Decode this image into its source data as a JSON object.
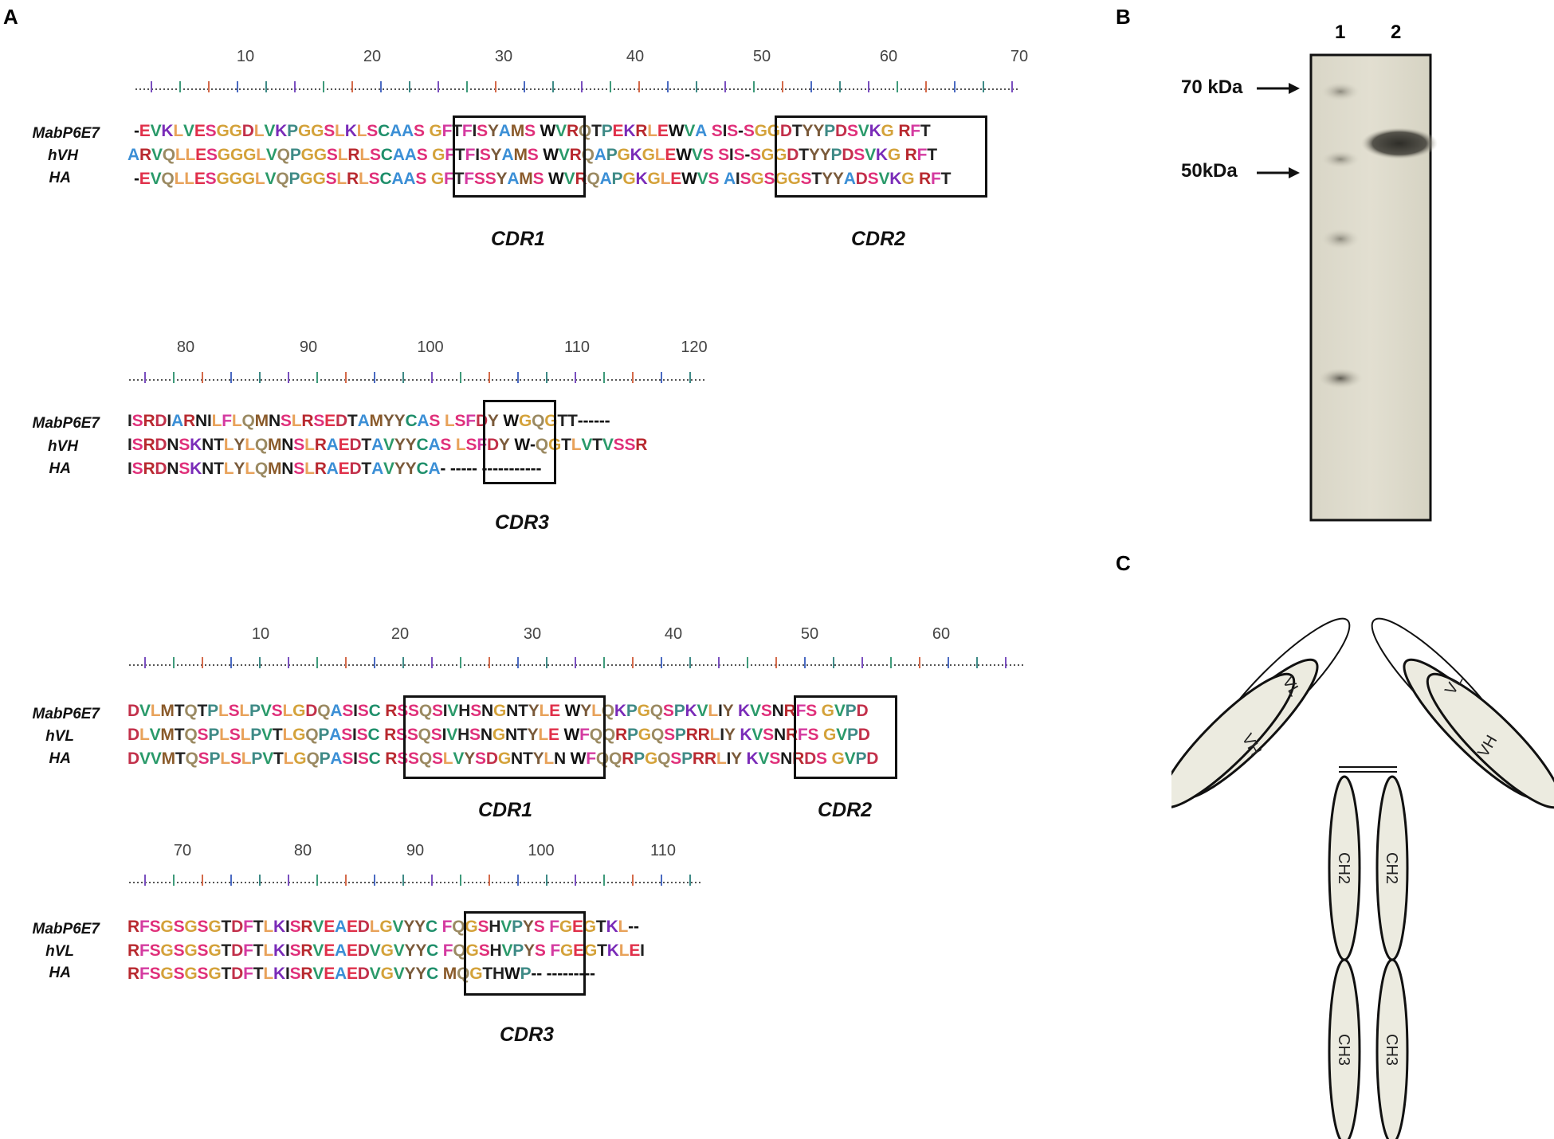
{
  "panels": {
    "a": "A",
    "b": "B",
    "c": "C"
  },
  "vh": {
    "ruler_top": [
      "10",
      "20",
      "30",
      "40",
      "50",
      "60",
      "70"
    ],
    "ruler_bottom": [
      "80",
      "90",
      "100",
      "110",
      "120"
    ],
    "names": [
      "MabP6E7",
      "hVH",
      "HA"
    ],
    "top_rows": [
      "-EVKLVESGGDLVKPGGSLKLSCAAS GFTFISYAMS WVRQTPEKRLEWVA SIS-SGGDTYYPDSVKG RFT",
      "ARVQLLESGGGLVQPGGSLRLSCAAS GFTFISYAMS WVRQAPGKGLEWVS SIS-SGGDTYYPDSVKG RFT",
      "-EVQLLESGGGLVQPGGSLRLSCAAS GFTFSSYAMS WVRQAPGKGLEWVS AISGSGGSTYYADSVKG RFT"
    ],
    "bottom_rows": [
      "ISRDIARNILFLQMNSLRSEDTAMYYCAS LSFDY WGQGTT------",
      "ISRDNSKNTLYLQMNSLRAEDTAVYYCAS LSFDY W-QGTLVTVSSR",
      "ISRDNSKNTLYLQMNSLRAEDTAVYYCA- ----- -----------"
    ],
    "cdr1": "CDR1",
    "cdr2": "CDR2",
    "cdr3": "CDR3"
  },
  "vl": {
    "ruler_top": [
      "10",
      "20",
      "30",
      "40",
      "50",
      "60"
    ],
    "ruler_bottom": [
      "70",
      "80",
      "90",
      "100",
      "110"
    ],
    "names": [
      "MabP6E7",
      "hVL",
      "HA"
    ],
    "top_rows": [
      "DVLMTQTPLSLPVSLGDQASISC RSSQSIVHSNGNTYLE WYLQKPGQSPKVLIY KVSNRFS GVPD",
      "DLVMTQSPLSLPVTLGQPASISC RSSQSIVHSNGNTYLE WFQQRPGQSPRRLIY KVSNRFS GVPD",
      "DVVMTQSPLSLPVTLGQPASISC RSSQSLVYSDGNTYLN WFQQRPGQSPRRLIY KVSNRDS GVPD"
    ],
    "bottom_rows": [
      "RFSGSGSGTDFTLKISRVEAEDLGVYYC FQGSHVPYS FGEGTKL--",
      "RFSGSGSGTDFTLKISRVEAEDVGVYYC FQGSHVPYS FGEGTKLEI",
      "RFSGSGSGTDFTLKISRVEAEDVGVYYC MQGTHWP-- ---------"
    ],
    "cdr1": "CDR1",
    "cdr2": "CDR2",
    "cdr3": "CDR3"
  },
  "gel": {
    "lanes": [
      "1",
      "2"
    ],
    "markers": [
      "70 kDa",
      "50kDa"
    ],
    "bands_relative": {
      "lane1_ladder": [
        0.13,
        0.29,
        0.5,
        0.78
      ],
      "lane2_main": 0.12
    }
  },
  "antibody": {
    "left_light": "VL",
    "left_heavy": "VH",
    "right_light": "VL",
    "right_heavy": "VH",
    "left_ch2": "CH2",
    "right_ch2": "CH2",
    "left_ch3": "CH3",
    "right_ch3": "CH3"
  },
  "colors": {
    "residues": {
      "A": "#3b8fd6",
      "R": "#b8292f",
      "N": "#1a1a1a",
      "D": "#c2304a",
      "C": "#1f8f6b",
      "Q": "#9b8a62",
      "E": "#e0304a",
      "G": "#d4a23a",
      "H": "#222222",
      "I": "#222222",
      "L": "#e8a25a",
      "K": "#7a2bb8",
      "M": "#8a5a2a",
      "F": "#d43aa0",
      "P": "#3e8a86",
      "S": "#e0307a",
      "T": "#222222",
      "W": "#111111",
      "Y": "#7a5a3a",
      "V": "#2a9a6a",
      "-": "#111111"
    }
  }
}
